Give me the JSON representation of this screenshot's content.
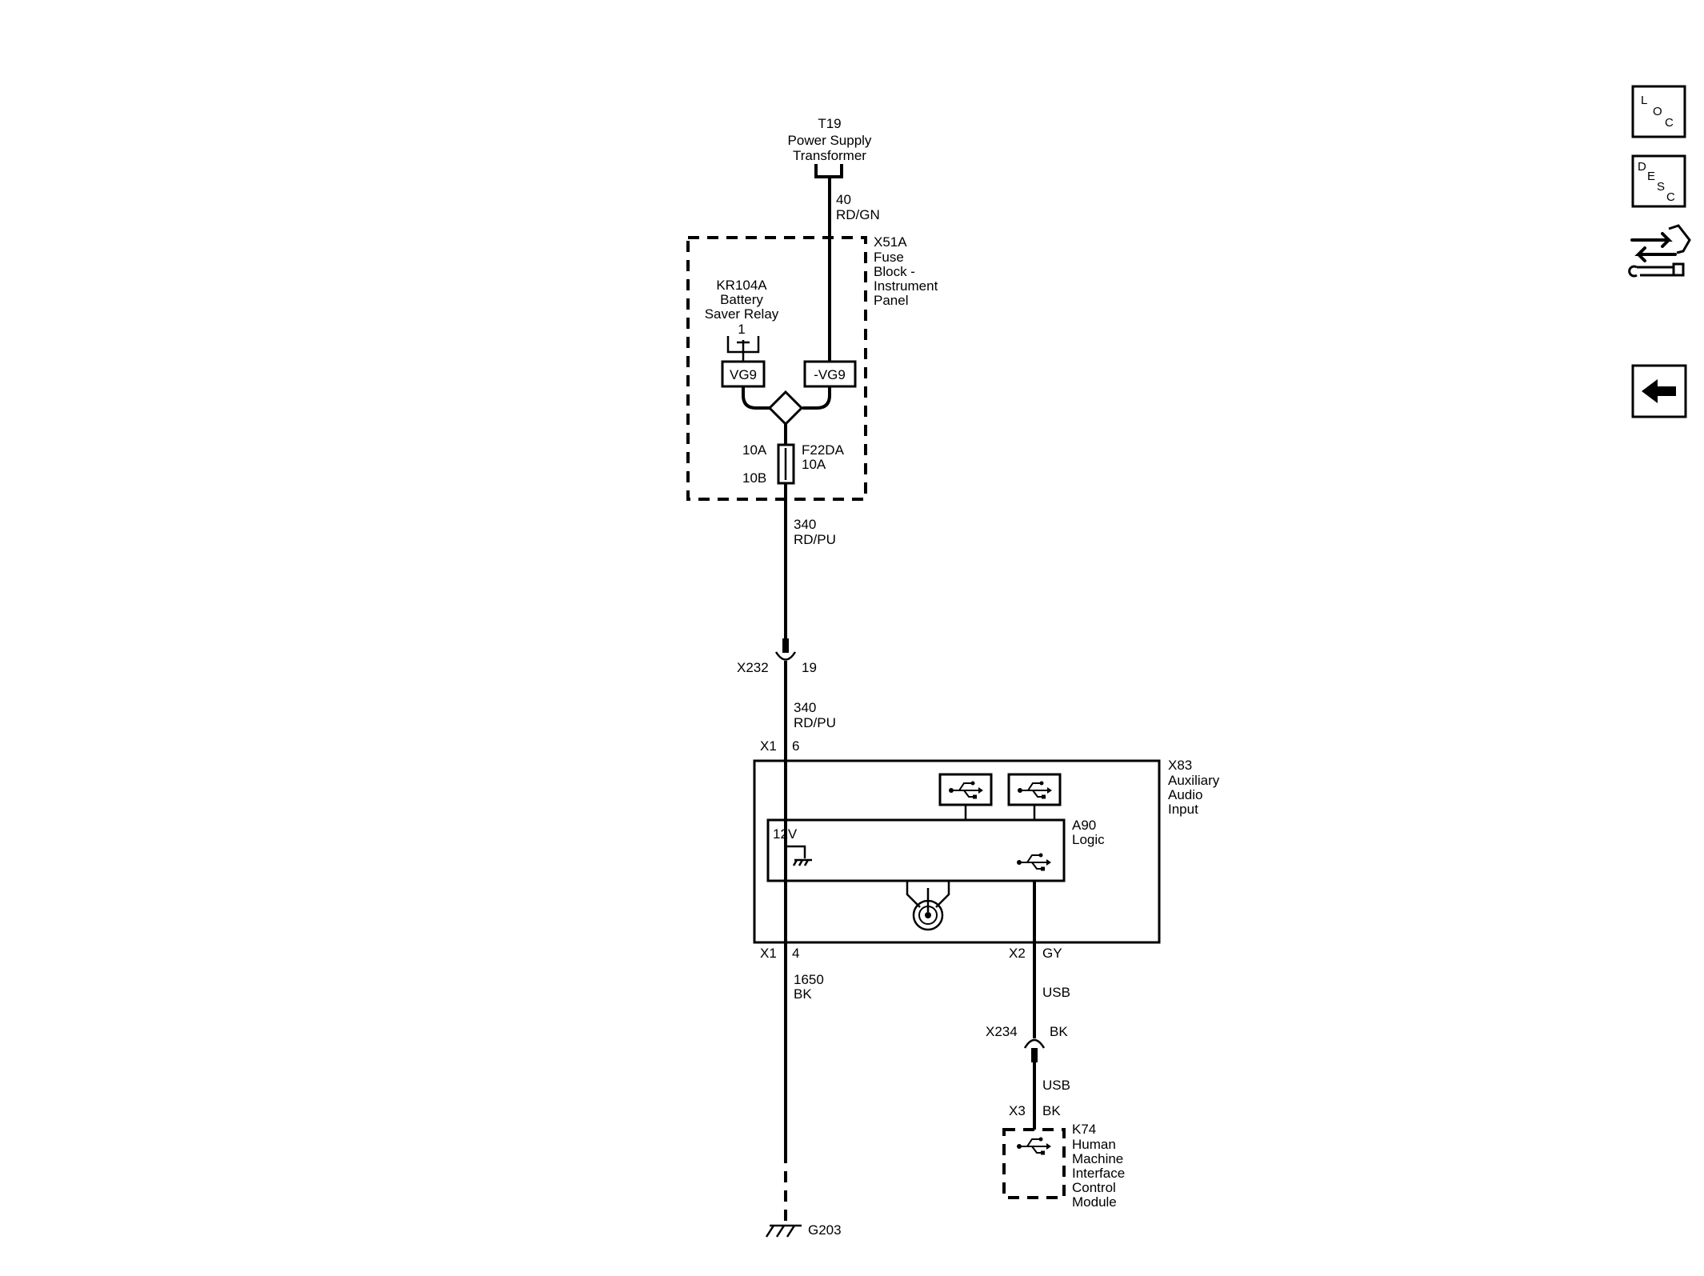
{
  "components": {
    "transformer": {
      "id": "T19",
      "line1": "Power Supply",
      "line2": "Transformer"
    },
    "fuse_block": {
      "id": "X51A",
      "line1": "Fuse",
      "line2": "Block -",
      "line3": "Instrument",
      "line4": "Panel"
    },
    "relay": {
      "id": "KR104A",
      "line1": "Battery",
      "line2": "Saver Relay",
      "pin": "1"
    },
    "relay_terminal_left": "VG9",
    "relay_terminal_right": "-VG9",
    "fuse": {
      "id": "F22DA",
      "rating": "10A",
      "in_pin": "10A",
      "out_pin": "10B"
    },
    "aux_input": {
      "id": "X83",
      "line1": "Auxiliary",
      "line2": "Audio",
      "line3": "Input"
    },
    "logic": {
      "id": "A90",
      "line1": "Logic",
      "voltage": "12V"
    },
    "hmi": {
      "id": "K74",
      "line1": "Human",
      "line2": "Machine",
      "line3": "Interface",
      "line4": "Control",
      "line5": "Module"
    },
    "ground": {
      "id": "G203"
    }
  },
  "wires": {
    "w40": {
      "circuit": "40",
      "color": "RD/GN"
    },
    "w340a": {
      "circuit": "340",
      "color": "RD/PU"
    },
    "w340b": {
      "circuit": "340",
      "color": "RD/PU"
    },
    "w1650": {
      "circuit": "1650",
      "color": "BK"
    },
    "usb_a": {
      "label": "USB"
    },
    "usb_b": {
      "label": "USB"
    }
  },
  "connectors": {
    "x232": {
      "id": "X232",
      "pin": "19"
    },
    "x1_top": {
      "id": "X1",
      "pin": "6"
    },
    "x1_bottom": {
      "id": "X1",
      "pin": "4"
    },
    "x2": {
      "id": "X2",
      "pin": "GY"
    },
    "x234": {
      "id": "X234",
      "pin": "BK"
    },
    "x3": {
      "id": "X3",
      "pin": "BK"
    }
  },
  "nav": {
    "loc": {
      "l1": "L",
      "l2": "O",
      "l3": "C"
    },
    "desc": {
      "l1": "D",
      "l2": "E",
      "l3": "S",
      "l4": "C"
    },
    "connector_icon": "connector-wrench-icon",
    "back_icon": "left-arrow-icon"
  }
}
